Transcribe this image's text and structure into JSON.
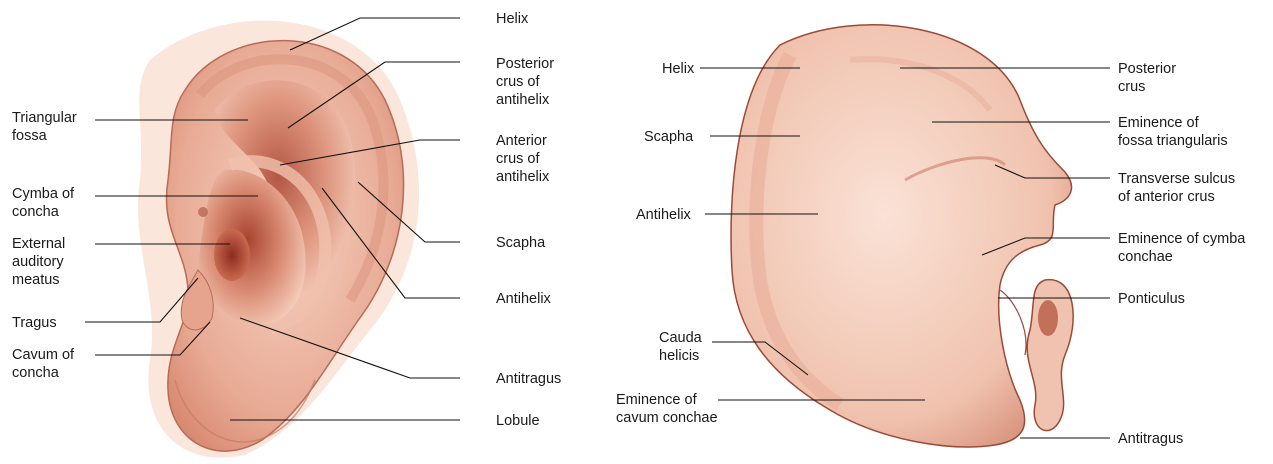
{
  "colors": {
    "skin_dark": "#b8553f",
    "skin_mid": "#e3a08a",
    "skin_light": "#f6d3c3",
    "outline": "#8a3a2a",
    "leader": "#111111",
    "text": "#1a1a1a"
  },
  "left_panel": {
    "labels": {
      "helix": "Helix",
      "posterior_crus": [
        "Posterior",
        "crus of",
        "antihelix"
      ],
      "anterior_crus": [
        "Anterior",
        "crus of",
        "antihelix"
      ],
      "scapha": "Scapha",
      "antihelix": "Antihelix",
      "antitragus": "Antitragus",
      "lobule": "Lobule",
      "triangular_fossa": [
        "Triangular",
        "fossa"
      ],
      "cymba": [
        "Cymba of",
        "concha"
      ],
      "external_meatus": [
        "External",
        "auditory",
        "meatus"
      ],
      "tragus": "Tragus",
      "cavum": [
        "Cavum of",
        "concha"
      ]
    }
  },
  "right_panel": {
    "labels": {
      "helix": "Helix",
      "scapha": "Scapha",
      "antihelix": "Antihelix",
      "cauda": [
        "Cauda",
        "helicis"
      ],
      "eminence_cavum": [
        "Eminence of",
        "cavum conchae"
      ],
      "posterior_crus": [
        "Posterior",
        "crus"
      ],
      "eminence_fossa": [
        "Eminence of",
        "fossa triangularis"
      ],
      "transverse_sulcus": [
        "Transverse sulcus",
        "of anterior crus"
      ],
      "eminence_cymba": [
        "Eminence of cymba",
        "conchae"
      ],
      "ponticulus": "Ponticulus",
      "antitragus": "Antitragus"
    }
  }
}
